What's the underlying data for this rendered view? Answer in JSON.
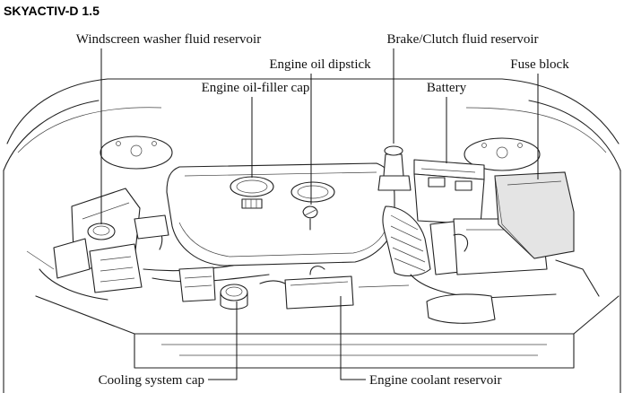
{
  "title": "SKYACTIV-D 1.5",
  "labels": {
    "washer_reservoir": "Windscreen washer fluid reservoir",
    "brake_clutch_reservoir": "Brake/Clutch fluid reservoir",
    "oil_dipstick": "Engine oil dipstick",
    "fuse_block": "Fuse block",
    "oil_filler_cap": "Engine oil-filler cap",
    "battery": "Battery",
    "cooling_cap": "Cooling system cap",
    "coolant_reservoir": "Engine coolant reservoir"
  }
}
